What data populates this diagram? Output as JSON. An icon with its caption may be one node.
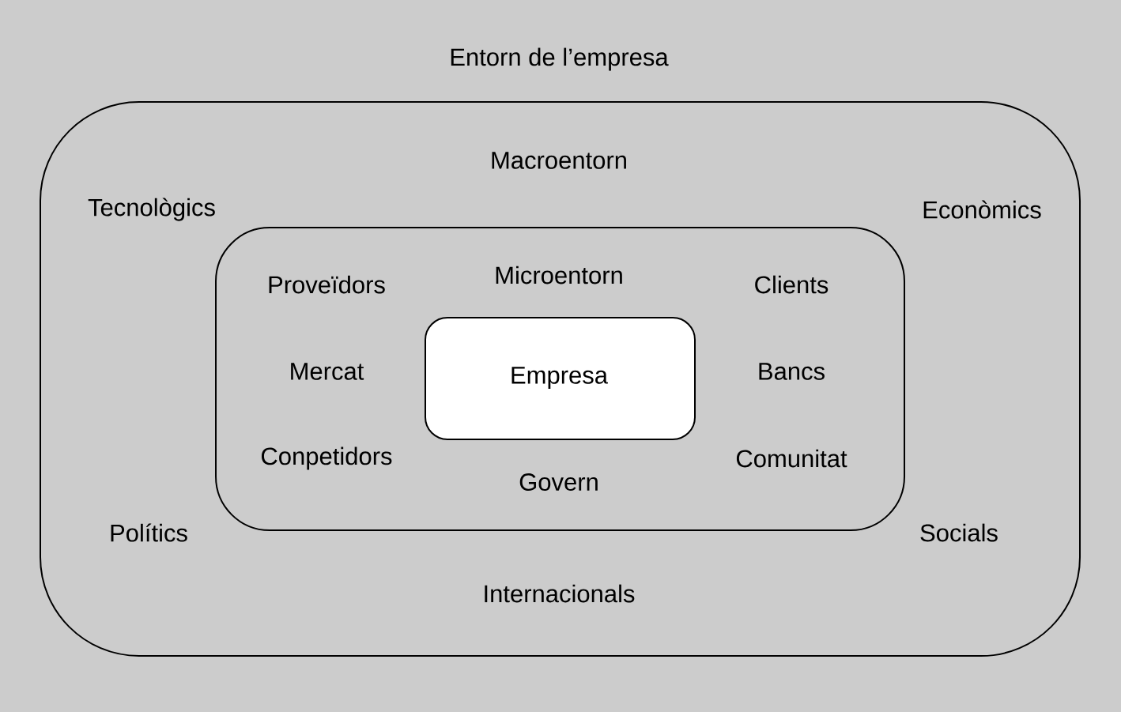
{
  "diagram": {
    "title": "Entorn de l’empresa",
    "nodes": [
      {
        "text": [
          "Macroentorn",
          "Tecnològics",
          "Econòmics",
          "Polítics",
          "Socials",
          "Internacionals"
        ]
      },
      {
        "text": [
          "Microentorn",
          "Proveïdors",
          "Clients",
          "Mercat",
          "Bancs",
          "Conpetidors",
          "Comunitat",
          "Govern"
        ],
        "in": 0
      },
      {
        "text": [
          "Empresa"
        ],
        "in": 1
      }
    ]
  }
}
